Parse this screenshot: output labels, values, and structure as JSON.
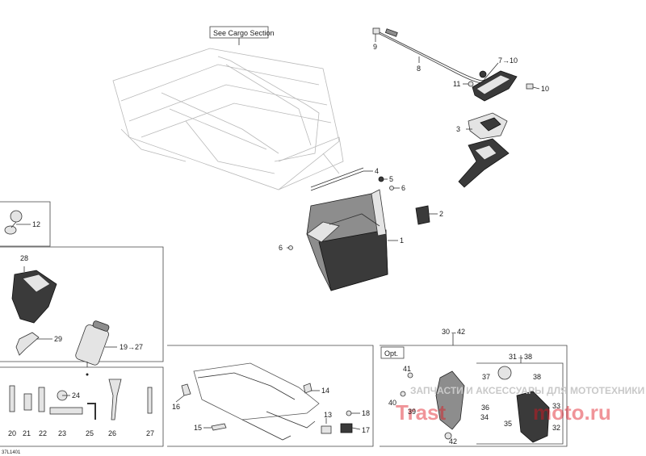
{
  "reference_note": "See Cargo Section",
  "option_tag": "Opt.",
  "drawing_code": "37L1401",
  "watermark": {
    "text": "ЗАПЧАСТИ И АКСЕССУАРЫ ДЛЯ МОТОТЕХНИКИ",
    "brand": "moto.ru",
    "brand_prefix": "Trast"
  },
  "callouts": {
    "c1": "1",
    "c2": "2",
    "c3": "3",
    "c4": "4",
    "c5": "5",
    "c6a": "6",
    "c6b": "6",
    "c7": "7→10",
    "c8": "8",
    "c9": "9",
    "c10": "10",
    "c11": "11",
    "c12": "12",
    "c13": "13",
    "c14": "14",
    "c15": "15",
    "c16": "16",
    "c17": "17",
    "c18": "18",
    "c19": "19→27",
    "c20": "20",
    "c21": "21",
    "c22": "22",
    "c23": "23",
    "c24": "24",
    "c25": "25",
    "c26": "26",
    "c27": "27",
    "c28": "28",
    "c29": "29",
    "c30": "30→42",
    "c31": "31→38",
    "c32": "32",
    "c33": "33",
    "c34": "34",
    "c35": "35",
    "c36": "36",
    "c37": "37",
    "c38": "38",
    "c39": "39",
    "c40": "40",
    "c41": "41",
    "c42": "42"
  }
}
